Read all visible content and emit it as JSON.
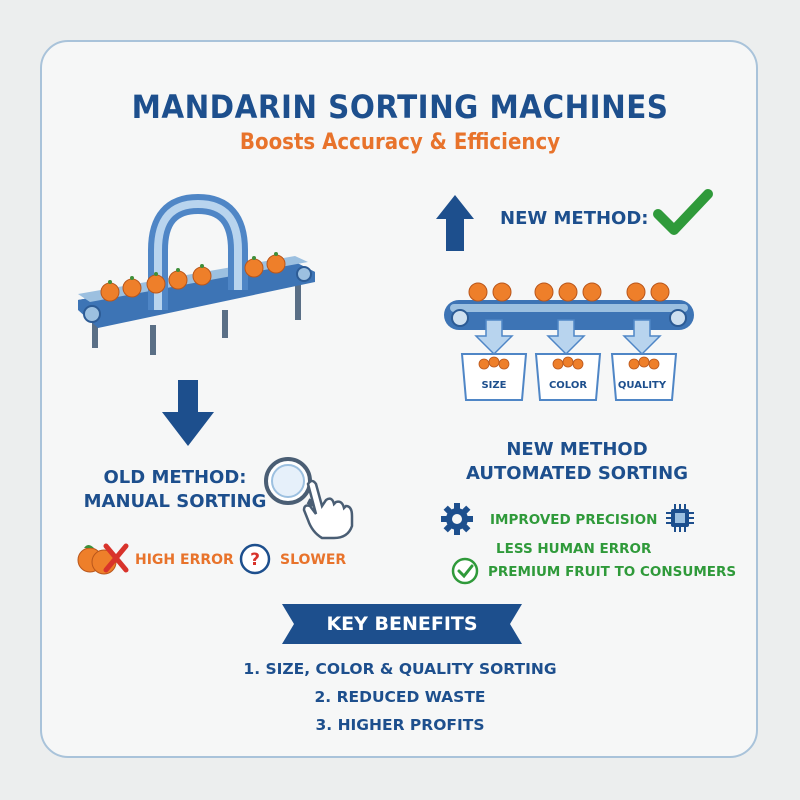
{
  "header": {
    "title": "MANDARIN SORTING MACHINES",
    "subtitle": "Boosts Accuracy & Efficiency"
  },
  "old_method": {
    "label_line1": "OLD METHOD:",
    "label_line2": "MANUAL SORTING",
    "drawbacks": [
      "HIGH ERROR",
      "SLOWER"
    ]
  },
  "new_method": {
    "heading": "NEW METHOD:",
    "bins": [
      "SIZE",
      "COLOR",
      "QUALITY"
    ],
    "label_line1": "NEW METHOD",
    "label_line2": "AUTOMATED SORTING",
    "advantages": [
      "IMPROVED PRECISION",
      "LESS HUMAN ERROR",
      "PREMIUM FRUIT TO CONSUMERS"
    ]
  },
  "benefits": {
    "heading": "KEY BENEFITS",
    "items": [
      "1. SIZE, COLOR & QUALITY SORTING",
      "2. REDUCED WASTE",
      "3. HIGHER PROFITS"
    ]
  },
  "colors": {
    "navy": "#1d4f8d",
    "orange": "#e8732b",
    "green": "#2f9a3a",
    "red": "#d8332b",
    "card_border": "#a9c3da"
  },
  "icons": [
    "upward-arrow-icon",
    "checkmark-icon",
    "downward-arrow-icon",
    "magnifier-icon",
    "pointing-hand-icon",
    "mandarin-cross-icon",
    "question-icon",
    "gear-icon",
    "chip-icon",
    "check-circle-icon"
  ]
}
